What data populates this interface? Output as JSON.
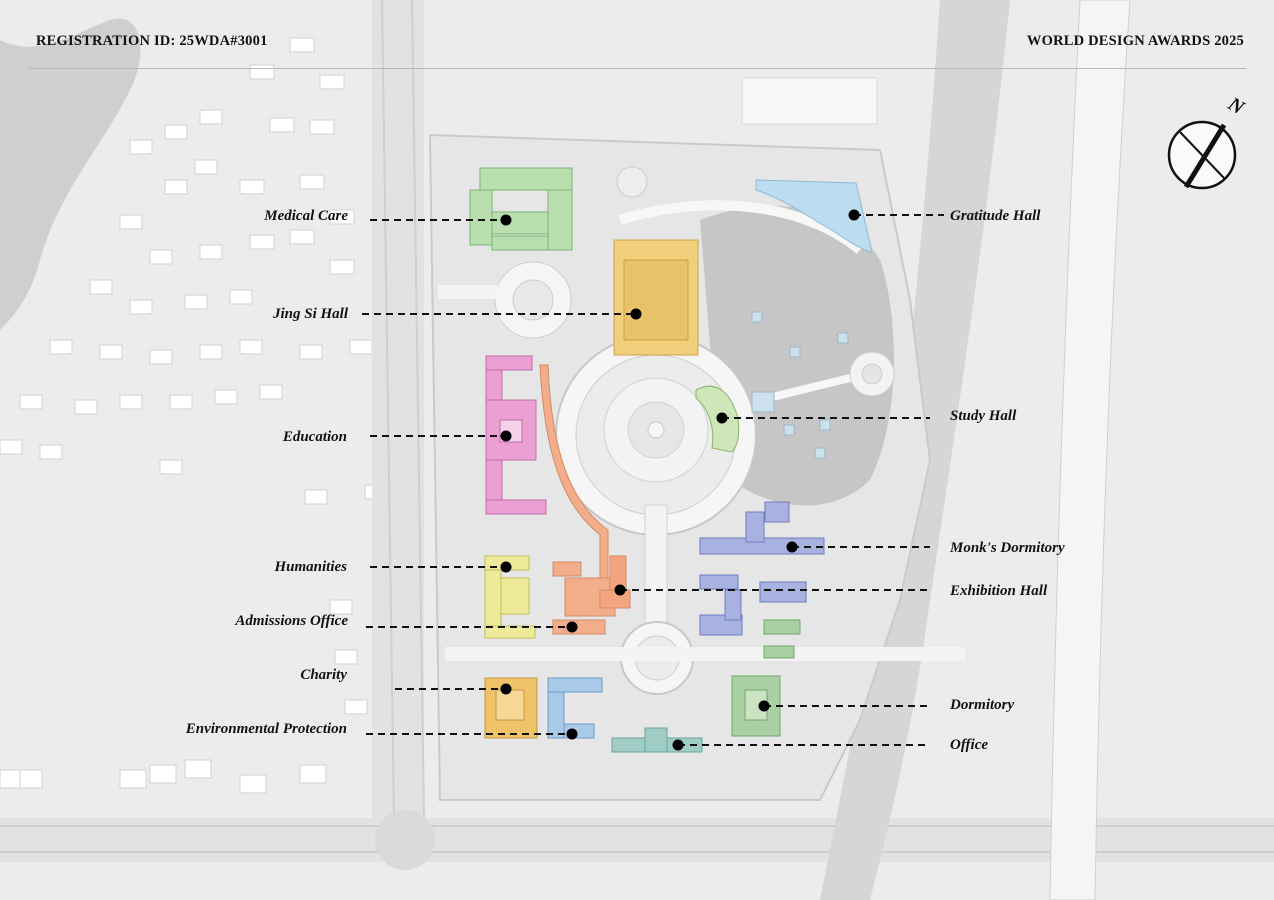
{
  "header": {
    "registration": "REGISTRATION ID: 25WDA#3001",
    "award": "WORLD DESIGN AWARDS 2025"
  },
  "compass": {
    "north_label": "N"
  },
  "zones": {
    "medical_care": {
      "label": "Medical Care",
      "color": "#b9dfae"
    },
    "jing_si_hall": {
      "label": "Jing Si Hall",
      "color": "#f2cf7c"
    },
    "education": {
      "label": "Education",
      "color": "#ec9fd3"
    },
    "humanities": {
      "label": "Humanities",
      "color": "#eeeb98"
    },
    "admissions_office": {
      "label": "Admissions Office",
      "color": "#f2ae8a"
    },
    "charity": {
      "label": "Charity",
      "color": "#f0c26a"
    },
    "environmental_protection": {
      "label": "Environmental Protection",
      "color": "#a8c9e8"
    },
    "gratitude_hall": {
      "label": "Gratitude Hall",
      "color": "#bcdcef"
    },
    "study_hall": {
      "label": "Study Hall",
      "color": "#cfe6b8"
    },
    "monks_dormitory": {
      "label": "Monk's Dormitory",
      "color": "#a7b2e0"
    },
    "exhibition_hall": {
      "label": "Exhibition Hall",
      "color": "#f2a57e"
    },
    "dormitory": {
      "label": "Dormitory",
      "color": "#a9d0a2"
    },
    "office": {
      "label": "Office",
      "color": "#9fccc4"
    }
  }
}
